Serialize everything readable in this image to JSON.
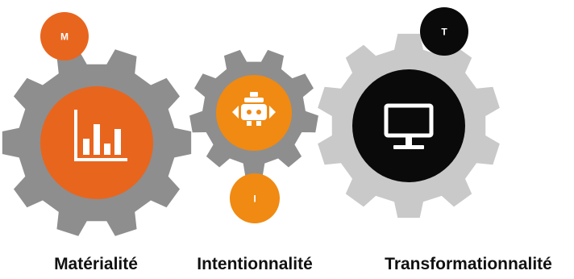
{
  "gears": [
    {
      "id": "materialite",
      "letter": "M",
      "label": "Matérialité",
      "icon": "bar-chart-icon",
      "gear_color": "#8e8e8e",
      "inner_color": "#e8651e",
      "badge_color": "#e8651e",
      "badge_text_color": "#ffffff"
    },
    {
      "id": "intentionnalite",
      "letter": "I",
      "label": "Intentionnalité",
      "icon": "robot-icon",
      "gear_color": "#8e8e8e",
      "inner_color": "#f08a12",
      "badge_color": "#f08a12",
      "badge_text_color": "#ffffff"
    },
    {
      "id": "transformationnalite",
      "letter": "T",
      "label": "Transformationnalité",
      "icon": "monitor-icon",
      "gear_color": "#c9c9c9",
      "inner_color": "#0a0a0a",
      "badge_color": "#0a0a0a",
      "badge_text_color": "#ffffff"
    }
  ]
}
